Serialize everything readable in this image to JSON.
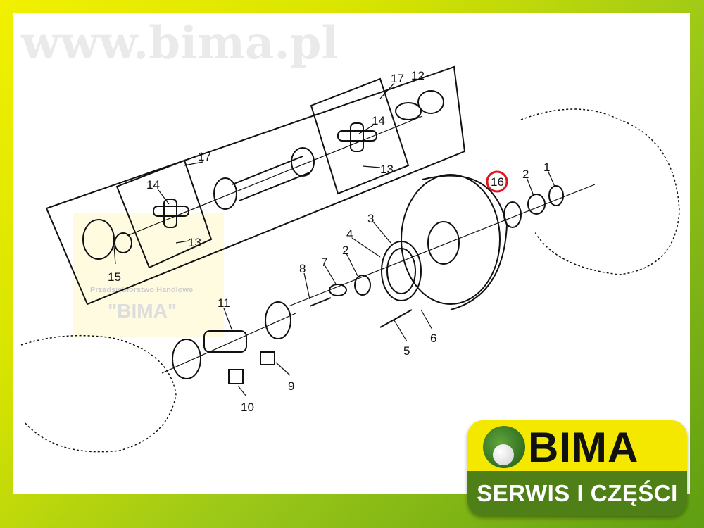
{
  "watermark": {
    "url": "www.bima.pl",
    "company": "Przedsiębiorstwo Handlowe",
    "name": "\"BIMA\""
  },
  "logo": {
    "name": "BIMA",
    "tagline": "SERWIS I CZĘŚCI"
  },
  "highlight_color": "#e0141e",
  "highlighted_part": "16",
  "callouts": {
    "p17a": "17",
    "p12": "12",
    "p14a": "14",
    "p13a": "13",
    "p17b": "17",
    "p14b": "14",
    "p13b": "13",
    "p15": "15",
    "p16": "16",
    "p2a": "2",
    "p1": "1",
    "p3": "3",
    "p4": "4",
    "p2b": "2",
    "p7": "7",
    "p8": "8",
    "p11": "11",
    "p5": "5",
    "p6": "6",
    "p9": "9",
    "p10": "10"
  }
}
